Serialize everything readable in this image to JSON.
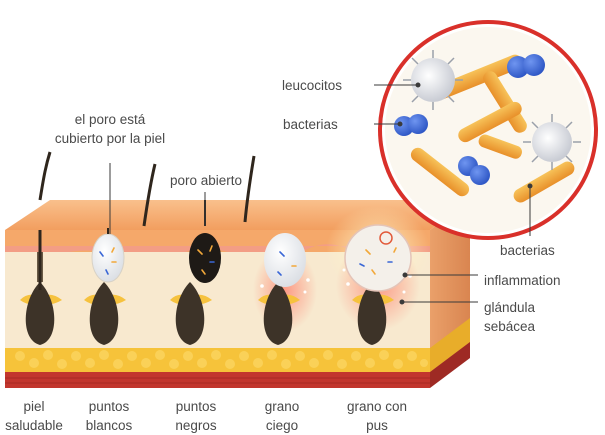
{
  "labels": {
    "covered_pore": [
      "el poro está",
      "cubierto por la piel"
    ],
    "open_pore": "poro abierto",
    "leukocytes": "leucocitos",
    "bacteria_left": "bacterias",
    "bacteria_bottom": "bacterias",
    "inflammation": "inflammation",
    "sebaceous_gland": [
      "glándula",
      "sebácea"
    ]
  },
  "stages": [
    {
      "line1": "piel",
      "line2": "saludable"
    },
    {
      "line1": "puntos",
      "line2": "blancos"
    },
    {
      "line1": "puntos",
      "line2": "negros"
    },
    {
      "line1": "grano",
      "line2": "ciego"
    },
    {
      "line1": "grano con",
      "line2": "pus"
    }
  ],
  "colors": {
    "epidermis": "#f5a86a",
    "dermis": "#f8e9cf",
    "fat": "#f6c33a",
    "muscle": "#c2362e",
    "follicle": "#3d3328",
    "magnifier_ring": "#d9302a",
    "bacteria_rod": "#f2a83a",
    "bacteria_coccus": "#3a67d6"
  }
}
